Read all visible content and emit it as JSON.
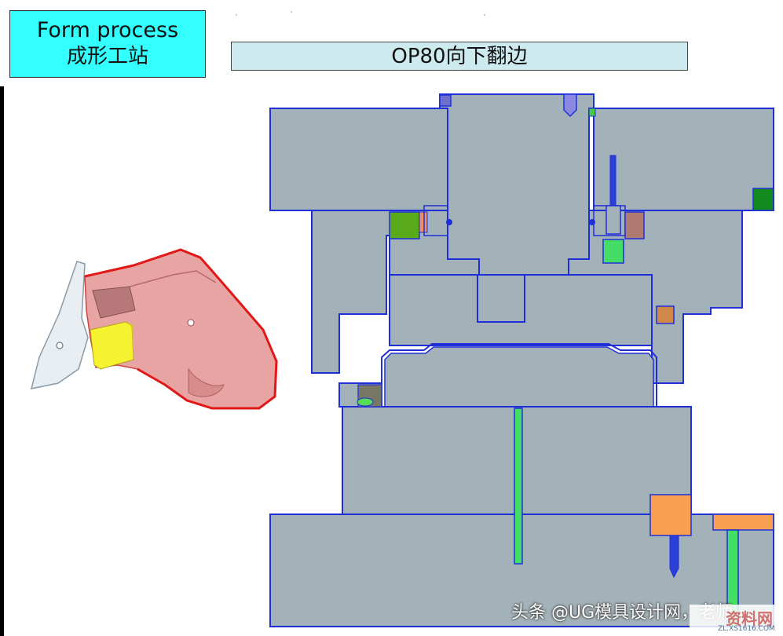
{
  "header": {
    "title_en": "Form process",
    "title_cn": "成形工站",
    "operation_label": "OP80向下翻边"
  },
  "watermark": {
    "text": "头条 @UG模具设计网，老师",
    "site_logo_text": "资料网",
    "site_logo_url_text": "ZL.XS1616.COM"
  },
  "colors": {
    "title_box": "#33ffff",
    "op_box": "#cdebee",
    "die_fill": "#a3b2b8",
    "die_outline": "#1f2fd8",
    "part_fill": "#e7a0a0",
    "part_edge": "#e03030",
    "pad_yellow": "#f5f230",
    "pin_green": "#44dd66",
    "block_orange": "#f6a050"
  }
}
